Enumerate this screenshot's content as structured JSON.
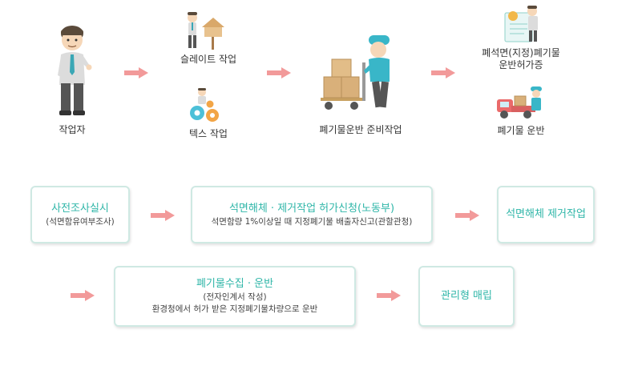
{
  "top_flow": {
    "worker": "작업자",
    "slate": "슬레이트 작업",
    "tex": "텍스 작업",
    "prep": "폐기물운반 준비작업",
    "cert_line1": "폐석면(지정)폐기물",
    "cert_line2": "운반허가증",
    "transport": "폐기물 운반"
  },
  "process": {
    "step1_title": "사전조사실시",
    "step1_sub": "(석면함유여부조사)",
    "step2_title": "석면해체 · 제거작업 허가신청(노동부)",
    "step2_sub": "석면함량 1%이상일 때 지정폐기물 배출자신고(관할관청)",
    "step3_title": "석면해체 제거작업",
    "step4_title": "폐기물수집 · 운반",
    "step4_sub1": "(전자인계서 작성)",
    "step4_sub2": "환경청에서 허가 받은 지정폐기물차량으로 운반",
    "step5_title": "관리형 매립"
  },
  "colors": {
    "arrow": "#f29a9a",
    "box_title": "#2fb6a8",
    "box_border": "#cfe9e3",
    "figure_shirt": "#dcdcdc",
    "figure_tie": "#3aa7b5",
    "helmet": "#39b6c8",
    "box_brown": "#d9b07a"
  },
  "icons": [
    "worker-figure-icon",
    "house-signpost-icon",
    "gears-icon",
    "forklift-worker-icon",
    "certificate-icon",
    "delivery-truck-icon"
  ]
}
